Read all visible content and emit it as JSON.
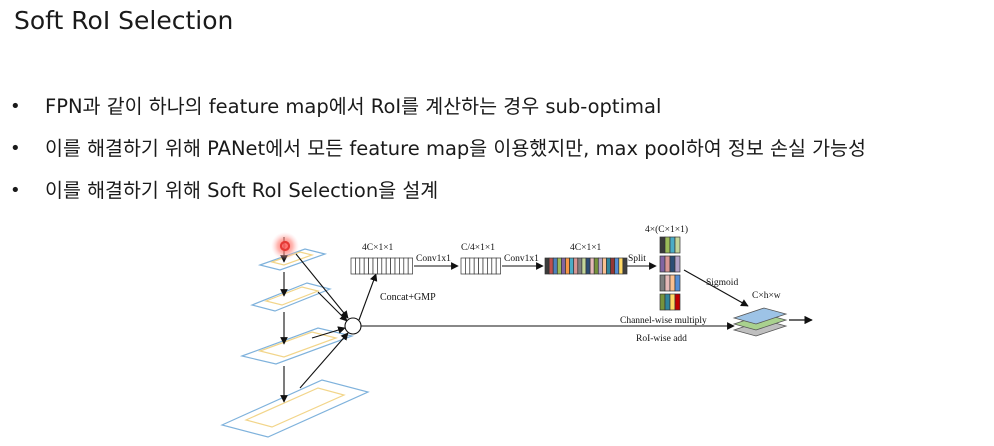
{
  "slide": {
    "title": "Soft RoI Selection",
    "bullets": [
      "FPN과 같이 하나의 feature map에서 RoI를 계산하는 경우 sub-optimal",
      "이를 해결하기 위해 PANet에서 모든 feature map을 이용했지만, max pool하여 정보 손실 가능성",
      "이를 해결하기 위해 Soft RoI Selection을 설계"
    ],
    "bullet_marker": "•"
  },
  "diagram": {
    "labels": {
      "vec1_dim": "4C×1×1",
      "conv1": "Conv1x1",
      "vec2_dim": "C/4×1×1",
      "conv2": "Conv1x1",
      "vec3_dim": "4C×1×1",
      "split": "Split",
      "split_dim": "4×(C×1×1)",
      "concat": "Concat+GMP",
      "sigmoid": "Sigmoid",
      "output_dim": "C×h×w",
      "channel_mul": "Channel-wise multiply",
      "roi_add": "RoI-wise add"
    },
    "colors": {
      "pyramid_edge": "#7fb2dc",
      "pyramid_inner": "#f2d58a",
      "pointer": "#e53935",
      "color_bar": [
        "#3b3b3b",
        "#c0504d",
        "#4f81bd",
        "#9bbb59",
        "#8064a2",
        "#f79646",
        "#4bacc6",
        "#d99694",
        "#7f7f7f",
        "#c3d69b",
        "#2c4d75",
        "#e6b9b8",
        "#77933c",
        "#b3a2c7",
        "#fac090",
        "#31859c",
        "#953735",
        "#558ed5",
        "#ffd966",
        "#404040",
        "#a5a5a5",
        "#c00000"
      ],
      "output_layers": [
        "#9dc3e6",
        "#a9d18e",
        "#bfbfbf"
      ]
    }
  }
}
